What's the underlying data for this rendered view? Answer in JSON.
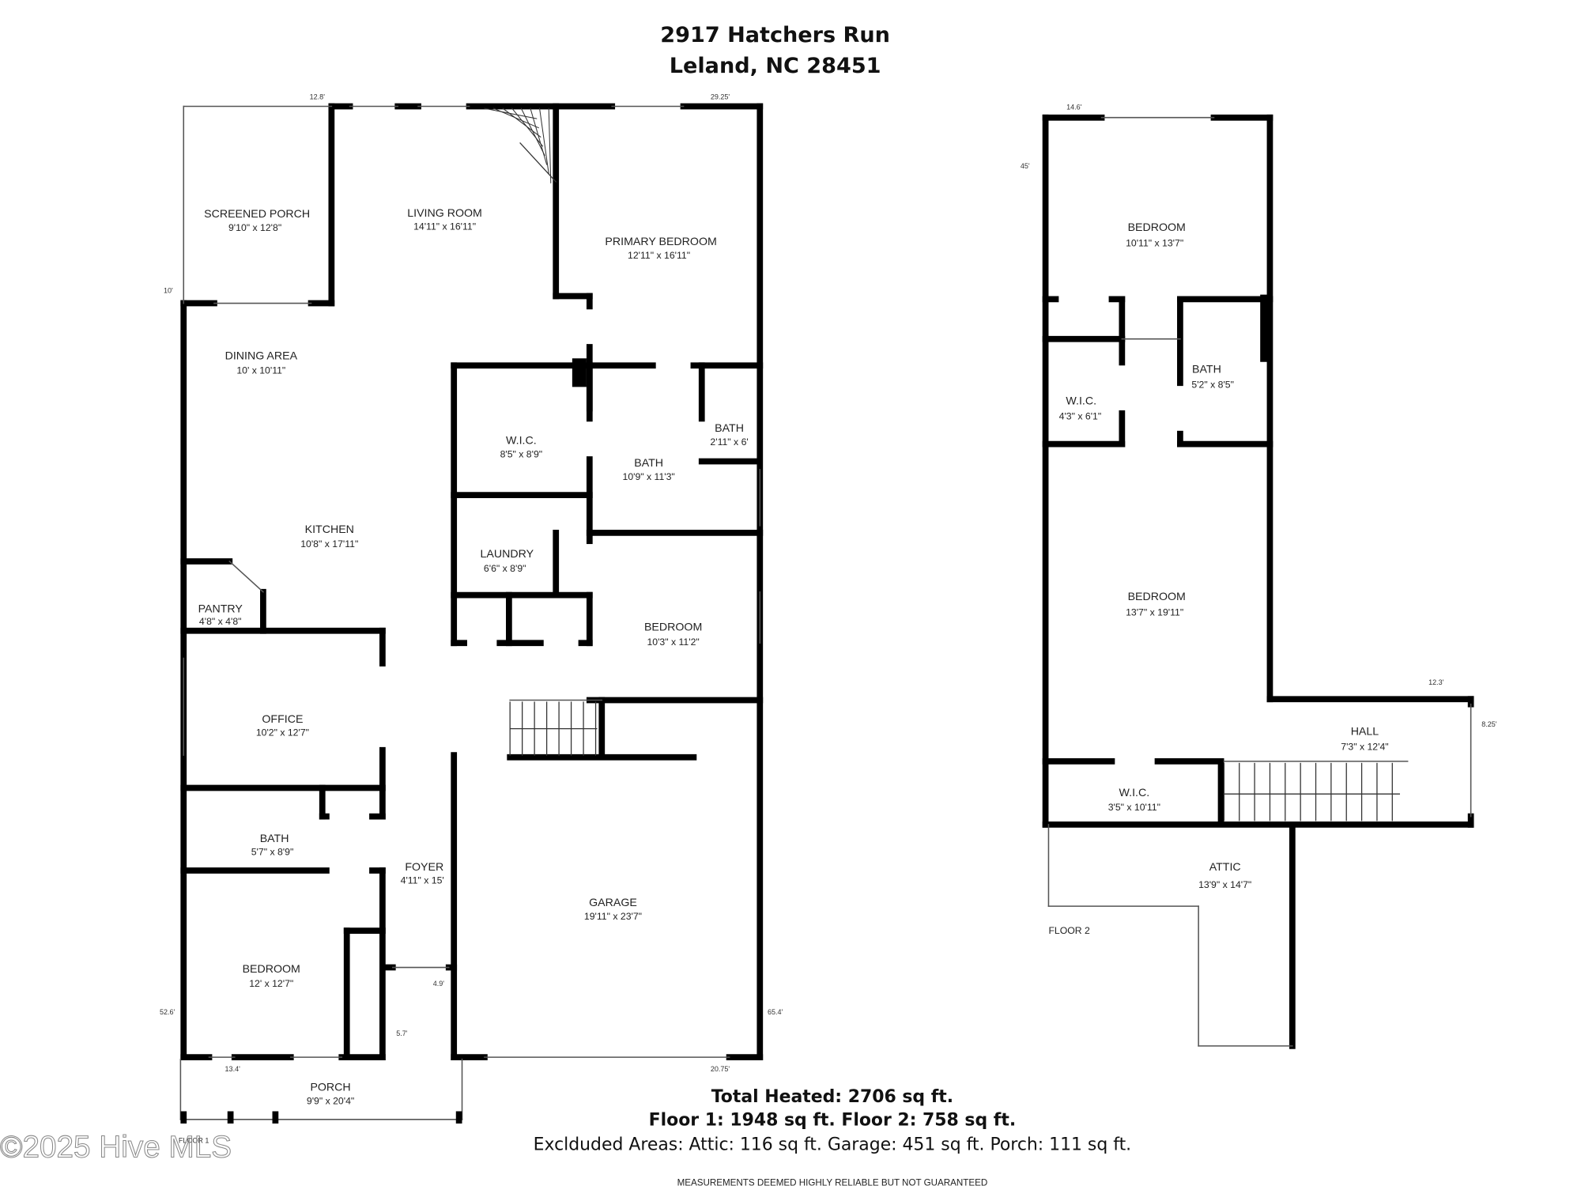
{
  "header": {
    "address_line1": "2917 Hatchers Run",
    "address_line2": "Leland, NC 28451"
  },
  "floor1": {
    "rooms": [
      {
        "name": "SCREENED PORCH",
        "dims": "9'10\" x 12'8\""
      },
      {
        "name": "LIVING ROOM",
        "dims": "14'11\" x 16'11\""
      },
      {
        "name": "PRIMARY BEDROOM",
        "dims": "12'11\" x 16'11\""
      },
      {
        "name": "DINING AREA",
        "dims": "10' x 10'11\""
      },
      {
        "name": "W.I.C.",
        "dims": "8'5\" x 8'9\""
      },
      {
        "name": "BATH",
        "dims": "10'9\" x 11'3\""
      },
      {
        "name": "BATH",
        "dims": "2'11\" x 6'"
      },
      {
        "name": "KITCHEN",
        "dims": "10'8\" x 17'11\""
      },
      {
        "name": "LAUNDRY",
        "dims": "6'6\" x 8'9\""
      },
      {
        "name": "PANTRY",
        "dims": "4'8\" x 4'8\""
      },
      {
        "name": "BEDROOM",
        "dims": "10'3\" x 11'2\""
      },
      {
        "name": "OFFICE",
        "dims": "10'2\" x 12'7\""
      },
      {
        "name": "BATH",
        "dims": "5'7\" x 8'9\""
      },
      {
        "name": "FOYER",
        "dims": "4'11\" x 15'"
      },
      {
        "name": "GARAGE",
        "dims": "19'11\" x 23'7\""
      },
      {
        "name": "BEDROOM",
        "dims": "12' x 12'7\""
      },
      {
        "name": "PORCH",
        "dims": "9'9\" x 20'4\""
      }
    ],
    "measurements": [
      "12.8'",
      "29.25'",
      "10'",
      "52.6'",
      "65.4'",
      "4.9'",
      "5.7'",
      "13.4'",
      "20.75'"
    ],
    "floor_label": "FLOOR 1"
  },
  "floor2": {
    "rooms": [
      {
        "name": "BEDROOM",
        "dims": "10'11\" x 13'7\""
      },
      {
        "name": "W.I.C.",
        "dims": "4'3\" x 6'1\""
      },
      {
        "name": "BATH",
        "dims": "5'2\" x 8'5\""
      },
      {
        "name": "BEDROOM",
        "dims": "13'7\" x 19'11\""
      },
      {
        "name": "HALL",
        "dims": "7'3\" x 12'4\""
      },
      {
        "name": "W.I.C.",
        "dims": "3'5\" x 10'11\""
      },
      {
        "name": "ATTIC",
        "dims": "13'9\" x 14'7\""
      }
    ],
    "measurements": [
      "14.6'",
      "45'",
      "12.3'",
      "8.25'"
    ],
    "floor_label": "FLOOR 2"
  },
  "summary": {
    "total": "Total Heated: 2706 sq ft.",
    "floors": "Floor 1: 1948 sq ft. Floor 2: 758 sq ft.",
    "excluded": "Exclduded Areas: Attic: 116 sq ft. Garage: 451 sq ft. Porch: 111 sq ft."
  },
  "disclaimer": "MEASUREMENTS DEEMED HIGHLY RELIABLE BUT NOT GUARANTEED",
  "watermark": "©2025 Hive MLS",
  "colors": {
    "wall": "#000000",
    "background": "#ffffff"
  }
}
